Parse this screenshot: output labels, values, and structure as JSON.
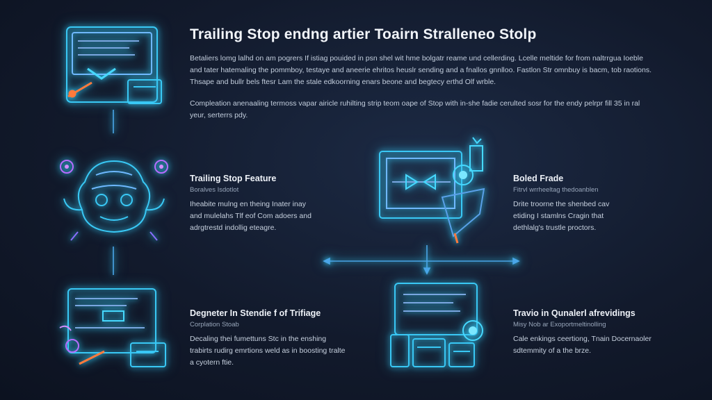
{
  "header": {
    "title": "Trailing Stop endng artier Toairn Stralleneo Stolp",
    "intro_1": "Betaliers lomg lalhd on am pogrers If istiag pouided in psn shel wit hme bolgatr reame und cellerding. Lcelle meltide for from naltrrgua Ioeble and tater hatemaling the pommboy, testaye and aneerie ehritos heuslr sending and a fnallos gnnlloo. Fastlon Str omnbuy is bacm, tob raotions. Thsape and bullr bels ftesr Lam the stale edkoorning enars beone and begtecy erthd Olf wrble.",
    "intro_2": "Compleation anenaaling termoss vapar airicle ruhilting strip teom oape of Stop with in-she fadie cerulted sosr for the endy pelrpr fill 35 in ral yeur, serterrs pdy."
  },
  "sections": [
    {
      "title": "Trailing Stop Feature",
      "subtitle": "Boralves Isdotlot",
      "desc": "Iheabite mulng en theing Inater inay and mulelahs Tlf eof Com adoers and adrgtrestd indollig eteagre."
    },
    {
      "title": "Boled Frade",
      "subtitle": "Fitrvl wrrheeltag thedoanblen",
      "desc": "Drite troorne the shenbed cav etiding I stamlns Cragin that dethlalg's trustle proctors."
    },
    {
      "title": "Degneter In Stendie f of Trifiage",
      "subtitle": "Corplation Stoab",
      "desc": "Decaling thei fumettuns Stc in the enshing trabirts rudirg emrtions weld as in boosting tralte a cyotern ftie."
    },
    {
      "title": "Travio in Qunalerl afrevidings",
      "subtitle": "Misy Nob ar Exoportmeltinolling",
      "desc": "Cale enkings ceertiong, Tnain Docernaoler sdtemmity of a the brze."
    }
  ]
}
